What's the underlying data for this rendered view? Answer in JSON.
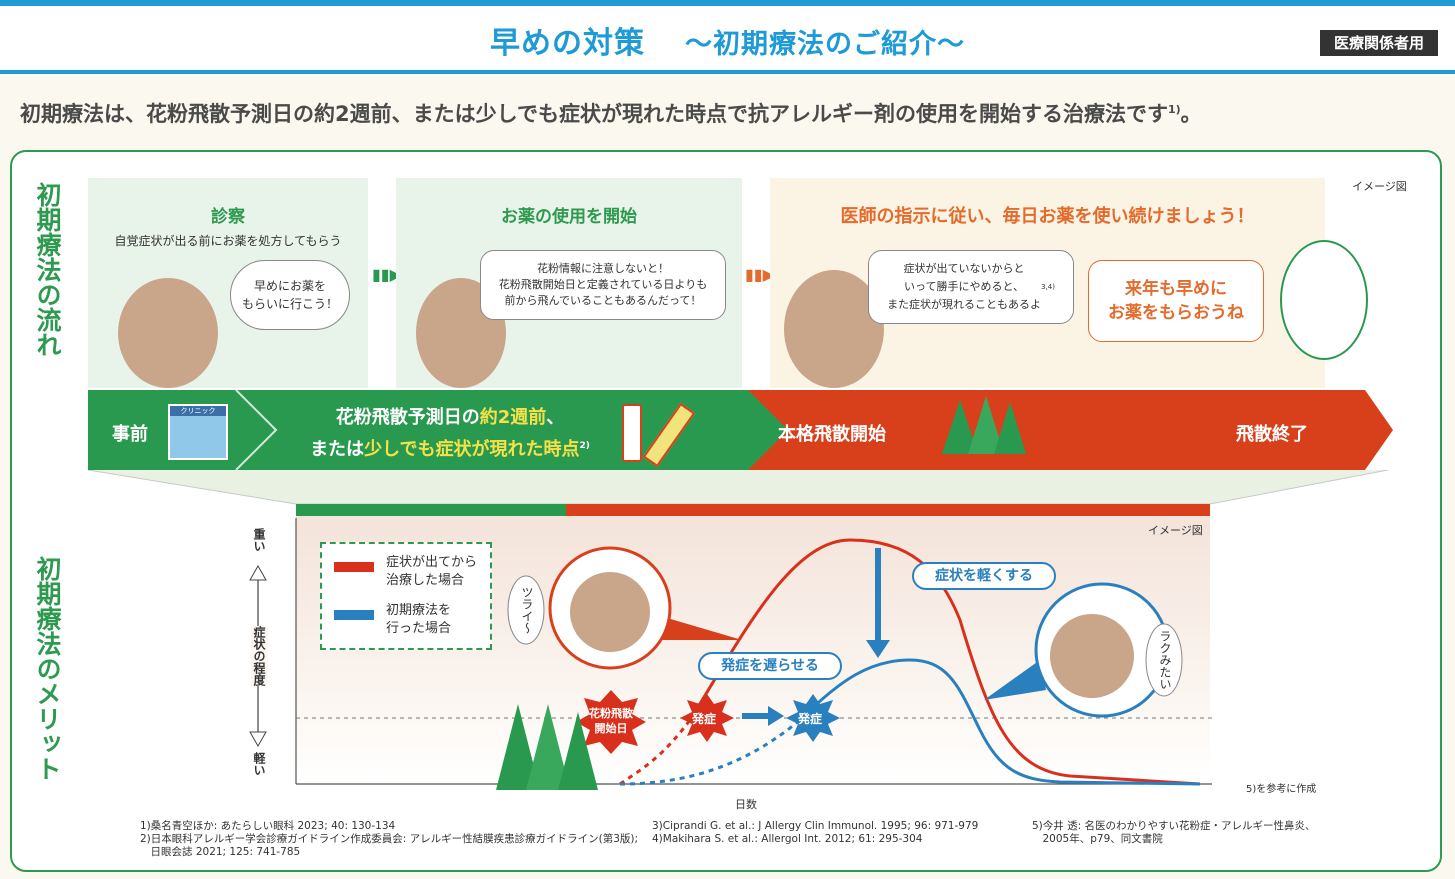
{
  "header": {
    "title": "早めの対策",
    "subtitle": "～初期療法のご紹介～",
    "badge": "医療関係者用"
  },
  "lead": {
    "text": "初期療法は、花粉飛散予測日の約2週前、または少しでも症状が現れた時点で抗アレルギー剤の使用を開始する治療法です",
    "ref": "1)",
    "end": "。"
  },
  "flow": {
    "label": "初期療法の流れ",
    "image_note": "イメージ図",
    "panels": [
      {
        "title": "診察",
        "subtitle": "自覚症状が出る前にお薬を処方してもらう",
        "bubble": "早めにお薬を\nもらいに行こう！"
      },
      {
        "title": "お薬の使用を開始",
        "bubble": "花粉情報に注意しないと！\n花粉飛散開始日と定義されている日よりも\n前から飛んでいることもあるんだって！"
      },
      {
        "title": "医師の指示に従い、毎日お薬を使い続けましょう！",
        "bubble": "症状が出ていないからと\nいって勝手にやめると、\nまた症状が現れることもあるよ",
        "bubble_ref": "3,4)",
        "bubble2": "来年も早めに\nお薬をもらおうね"
      }
    ],
    "band": {
      "before": "事前",
      "clinic_sign": "クリニック",
      "mid_line1_a": "花粉飛散予測日の",
      "mid_line1_b": "約2週前",
      "mid_line1_c": "、",
      "mid_line2_a": "または",
      "mid_line2_b": "少しでも症状が現れた時点",
      "mid_ref": "2)",
      "start": "本格飛散開始",
      "end": "飛散終了"
    }
  },
  "merit": {
    "label": "初期療法のメリット",
    "image_note": "イメージ図",
    "y_top": "重い",
    "y_mid": "症状の程度",
    "y_bottom": "軽い",
    "x_label": "日数",
    "legend": [
      {
        "label": "症状が出てから\n治療した場合",
        "color": "#d8301c"
      },
      {
        "label": "初期療法を\n行った場合",
        "color": "#2a7fbf"
      }
    ],
    "bubble_pain": "ツライ～",
    "bubble_easy": "ラクみたい",
    "pill_lighten": "症状を軽くする",
    "pill_delay": "発症を遅らせる",
    "onset_red": "発症",
    "onset_blue": "発症",
    "pollen_start": "花粉飛散\n開始日",
    "source_note": "5)を参考に作成"
  },
  "references": [
    "1)桑名青空ほか: あたらしい眼科 2023; 40: 130-134",
    "2)日本眼科アレルギー学会診療ガイドライン作成委員会: アレルギー性結膜疾患診療ガイドライン(第3版);\n　日眼会誌 2021; 125: 741-785",
    "3)Ciprandi G. et al.: J Allergy Clin Immunol. 1995; 96: 971-979\n4)Makihara S. et al.: Allergol Int. 2012; 61: 295-304",
    "5)今井 透: 名医のわかりやすい花粉症・アレルギー性鼻炎、\n　2005年、p79、同文書院"
  ],
  "colors": {
    "green": "#2a9950",
    "red": "#d8401c",
    "blue": "#2a7fbf",
    "header_blue": "#1e9ad6"
  }
}
